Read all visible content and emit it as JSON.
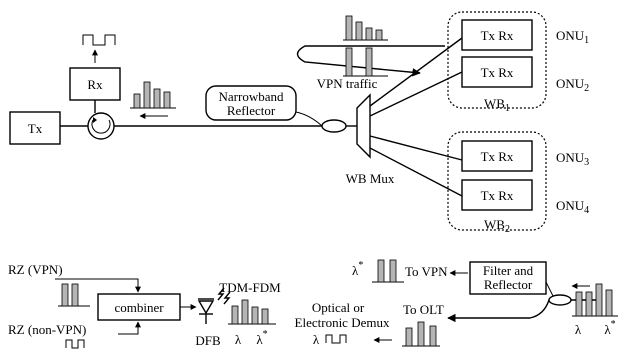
{
  "top": {
    "tx": "Tx",
    "rx": "Rx",
    "reflector_line1": "Narrowband",
    "reflector_line2": "Reflector",
    "vpn_traffic": "VPN traffic",
    "wb_mux": "WB Mux",
    "txrx": [
      "Tx Rx",
      "Tx Rx",
      "Tx Rx",
      "Tx Rx"
    ],
    "onu": [
      {
        "base": "ONU",
        "sub": "1"
      },
      {
        "base": "ONU",
        "sub": "2"
      },
      {
        "base": "ONU",
        "sub": "3"
      },
      {
        "base": "ONU",
        "sub": "4"
      }
    ],
    "wb": [
      {
        "base": "WB",
        "sub": "1"
      },
      {
        "base": "WB",
        "sub": "2"
      }
    ]
  },
  "bottom_left": {
    "rz_vpn": "RZ (VPN)",
    "rz_non_vpn": "RZ (non-VPN)",
    "combiner": "combiner",
    "tdm_fdm": "TDM-FDM",
    "dfb": "DFB",
    "lambda": "λ",
    "lambda_star": "λ",
    "star": "*"
  },
  "bottom_right": {
    "lambda_star": "λ",
    "star": "*",
    "to_vpn": "To VPN",
    "filter_line1": "Filter and",
    "filter_line2": "Reflector",
    "to_olt": "To OLT",
    "demux_line1": "Optical or",
    "demux_line2": "Electronic Demux",
    "lambda": "λ",
    "lambda2": "λ",
    "lambda_star2": "λ",
    "star2": "*"
  }
}
